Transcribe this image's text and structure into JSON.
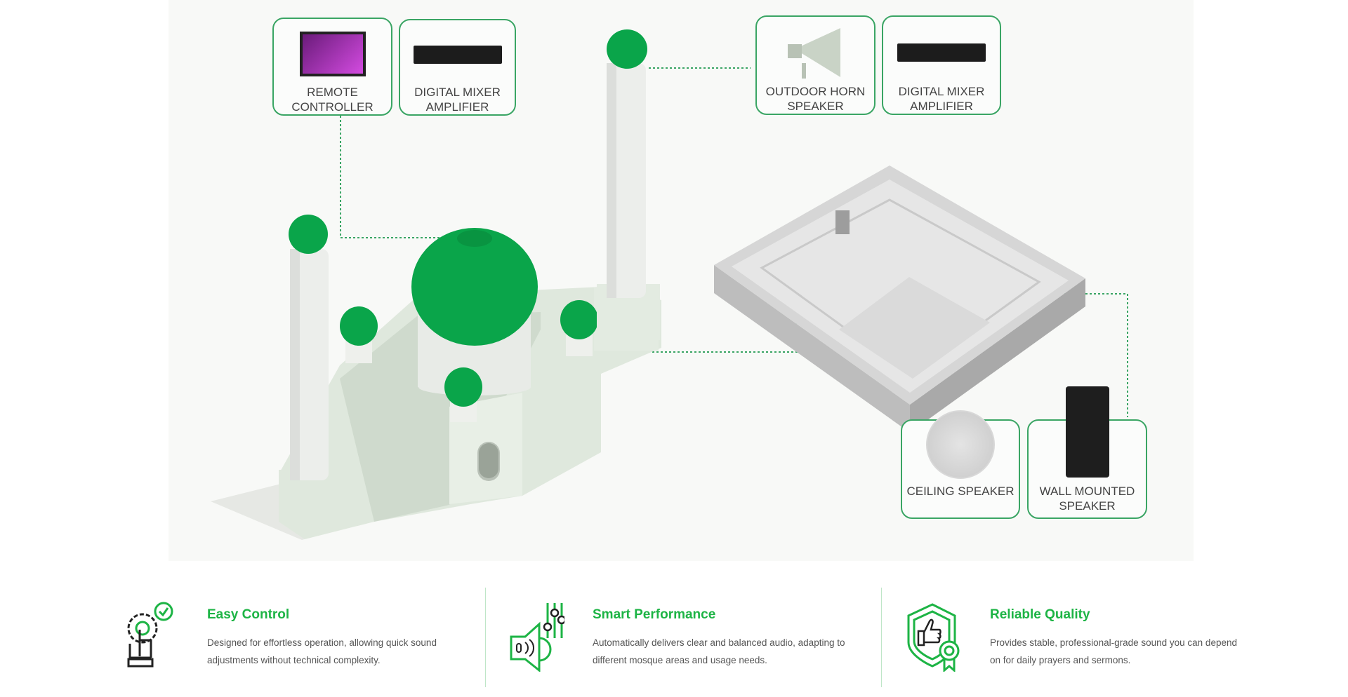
{
  "components": {
    "remote_controller": "REMOTE CONTROLLER",
    "mixer_1": "DIGITAL MIXER AMPLIFIER",
    "horn": "OUTDOOR HORN SPEAKER",
    "mixer_2": "DIGITAL MIXER AMPLIFIER",
    "ceiling": "CEILING SPEAKER",
    "wall": "WALL MOUNTED SPEAKER"
  },
  "features": [
    {
      "title": "Easy Control",
      "desc": "Designed for effortless operation, allowing quick sound adjustments without technical complexity."
    },
    {
      "title": "Smart Performance",
      "desc": "Automatically delivers clear and balanced audio, adapting to different mosque areas and usage needs."
    },
    {
      "title": "Reliable Quality",
      "desc": "Provides stable, professional-grade sound you can depend on for daily prayers and sermons."
    }
  ],
  "colors": {
    "accent": "#1db445",
    "dome": "#0aa54a",
    "border": "#3aa564"
  }
}
